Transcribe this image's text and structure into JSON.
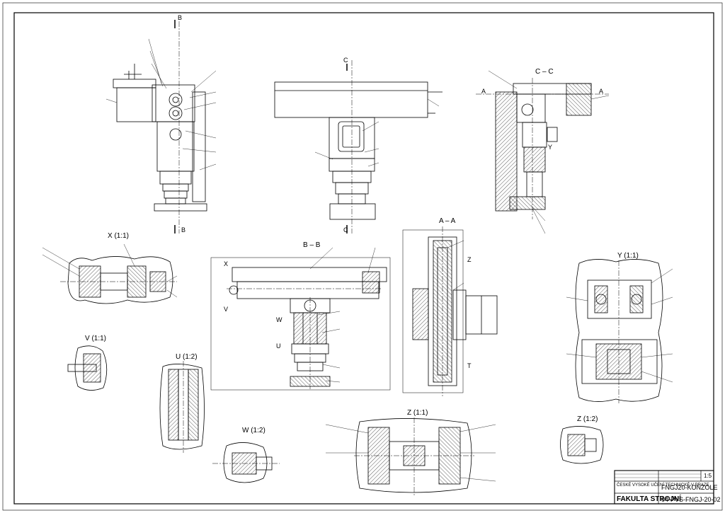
{
  "views": {
    "section_bb": "B – B",
    "section_cc": "C – C",
    "section_aa": "A – A",
    "detail_x": "X (1:1)",
    "detail_y": "Y (1:1)",
    "detail_v": "V (1:1)",
    "detail_u": "U (1:2)",
    "detail_w": "W (1:2)",
    "detail_z": "Z (1:1)",
    "detail_z2": "Z (1:2)"
  },
  "markers": {
    "b": "B",
    "c": "C",
    "a": "A",
    "x": "X",
    "v": "V",
    "w": "W",
    "u": "U",
    "z": "Z",
    "t": "T",
    "y": "Y"
  },
  "title_block": {
    "school": "FAKULTA STROJNÍ",
    "title": "FNGJ20-KONZOLE",
    "drawing_no": "04-PVS-FNGJ-20-02",
    "scale": "1:5",
    "institution": "ČESKÉ VYSOKÉ UČENÍ TECHNICKÉ V PRAZE"
  },
  "colors": {
    "ink": "#000000",
    "paper": "#ffffff",
    "hatch": "#333333"
  }
}
